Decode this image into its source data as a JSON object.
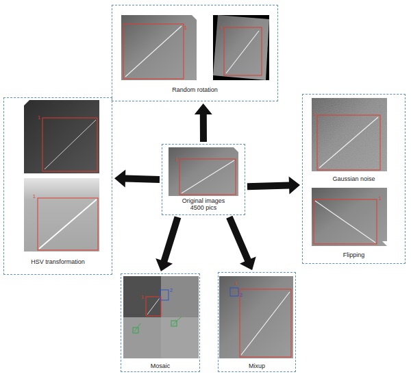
{
  "diagram": {
    "nodes": [
      {
        "text": [
          "Random rotation"
        ]
      },
      {
        "text": [
          "HSV transformation"
        ]
      },
      {
        "text": [
          "Original images 4500 pics"
        ]
      },
      {
        "text": [
          "Gaussian noise",
          "Flipping"
        ]
      },
      {
        "text": [
          "Mosaic"
        ]
      },
      {
        "text": [
          "Mixup"
        ]
      }
    ],
    "edges": [
      {
        "from": 2,
        "to": 0,
        "arrow": "to"
      },
      {
        "from": 2,
        "to": 1,
        "arrow": "to"
      },
      {
        "from": 2,
        "to": 3,
        "arrow": "to"
      },
      {
        "from": 2,
        "to": 4,
        "arrow": "to"
      },
      {
        "from": 2,
        "to": 5,
        "arrow": "to"
      }
    ],
    "labels": [
      "1",
      "1",
      "1",
      "1",
      "1",
      "1",
      "1",
      "1",
      "2",
      "1",
      "2"
    ]
  }
}
